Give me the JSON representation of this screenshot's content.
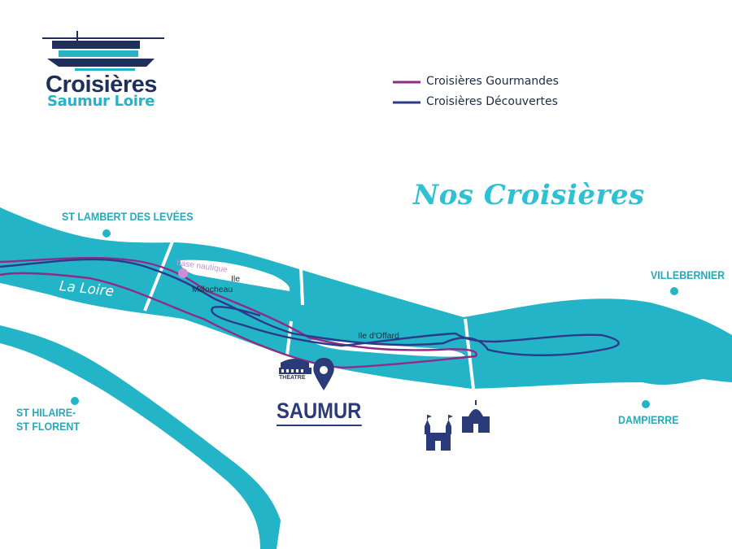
{
  "logo": {
    "title": "Croisières",
    "subtitle": "Saumur Loire",
    "icon": "boat-icon"
  },
  "legend": [
    {
      "label": "Croisières Gourmandes",
      "color": "#8e2b86"
    },
    {
      "label": "Croisières Découvertes",
      "color": "#2b3a8a"
    }
  ],
  "map_title": "Nos Croisières",
  "river_label": "La Loire",
  "towns": {
    "st_lambert": "ST LAMBERT DES LEVÉES",
    "villebernier": "VILLEBERNIER",
    "st_hilaire_line1": "ST HILAIRE-",
    "st_hilaire_line2": "ST FLORENT",
    "dampierre": "DAMPIERRE"
  },
  "islands": {
    "millocheau_line1": "Ile",
    "millocheau_line2": "Millocheau",
    "offard": "Ile d'Offard"
  },
  "base_nautique": "base nautique",
  "city": {
    "name": "SAUMUR",
    "theatre": "THÉATRE"
  },
  "colors": {
    "river": "#24b4c8",
    "route_gourmandes": "#8e2b86",
    "route_decouvertes": "#2b3a8a",
    "town_dot": "#24b4c8",
    "landmark": "#2b3a78",
    "base_dot": "#c98fd6"
  }
}
